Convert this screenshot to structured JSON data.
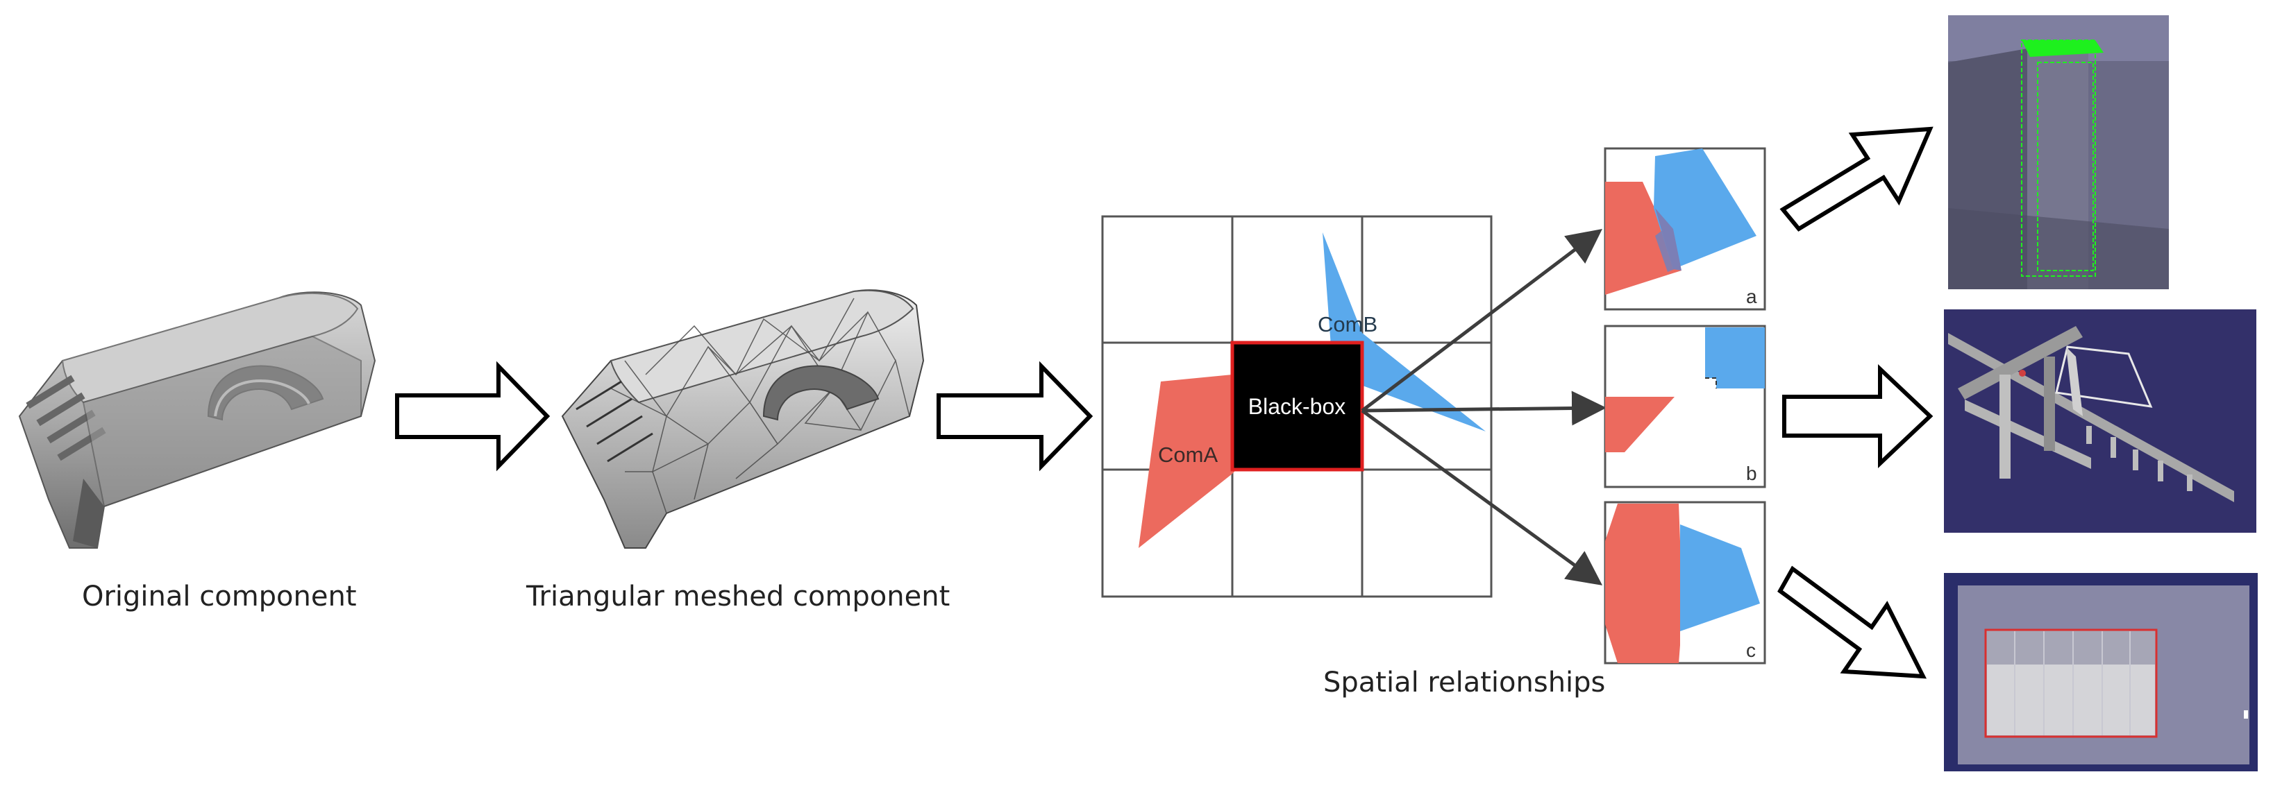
{
  "captions": {
    "original": "Original component",
    "meshed": "Triangular meshed component",
    "spatial": "Spatial relationships"
  },
  "grid": {
    "black_box_label": "Black-box",
    "com_a_label": "ComA",
    "com_b_label": "ComB"
  },
  "cases": {
    "a_label": "a",
    "b_label": "b",
    "c_label": "c"
  },
  "colors": {
    "com_a": "#ec6a5e",
    "com_b": "#5aa9ec",
    "black_box_border": "#e02020",
    "render_bg_1": "#6a6a86",
    "render_bg_2": "#33306a",
    "render_bg_3": "#2a2d6a",
    "highlight_green": "#1ef01e"
  }
}
